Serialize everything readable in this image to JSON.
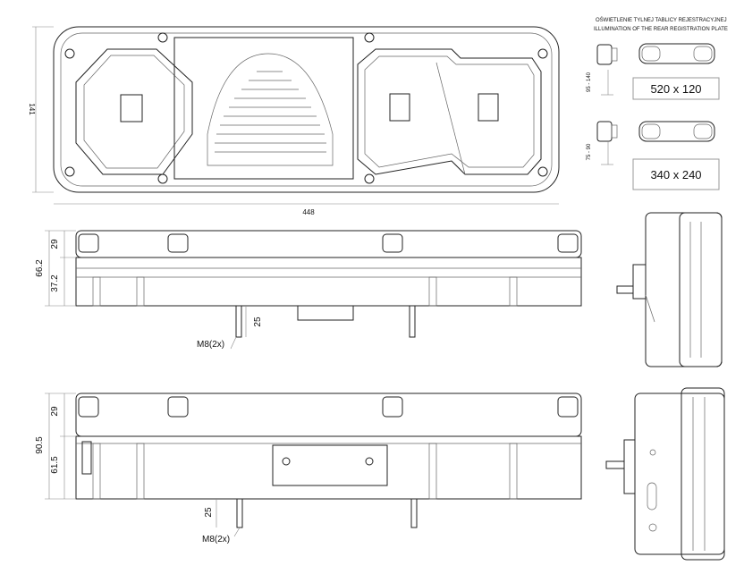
{
  "plate_illumination": {
    "title_pl": "OŚWIETLENIE TYLNEJ TABLICY REJESTRACYJNEJ",
    "title_en": "ILLUMINATION OF THE REAR REGISTRATION PLATE",
    "option_a": {
      "range": "95 - 140",
      "size": "520 x 120"
    },
    "option_b": {
      "range": "75 - 90",
      "size": "340 x 240"
    }
  },
  "front_view": {
    "height_label": "141",
    "width_label": "448"
  },
  "side_view_1": {
    "total": "66.2",
    "upper": "29",
    "lower": "37.2",
    "bolt_len": "25",
    "bolt": "M8(2x)"
  },
  "side_view_2": {
    "total": "90.5",
    "upper": "29",
    "lower": "61.5",
    "bolt_len": "25",
    "bolt": "M8(2x)"
  }
}
